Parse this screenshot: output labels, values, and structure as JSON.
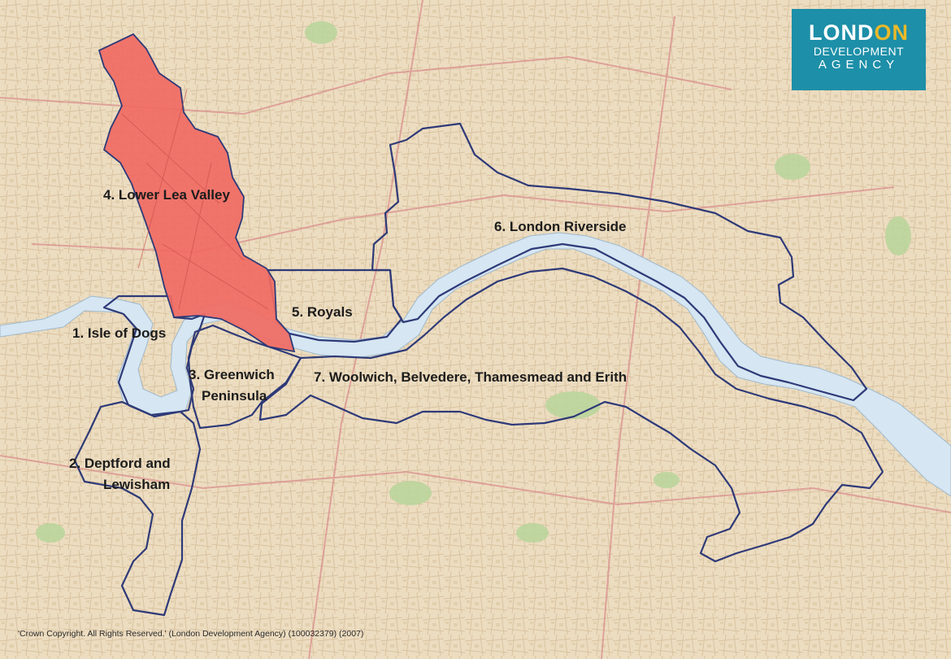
{
  "logo": {
    "part1": "LOND",
    "part2": "ON",
    "line2": "DEVELOPMENT",
    "line3": "AGENCY"
  },
  "zones": [
    {
      "id": "isle-of-dogs",
      "lines": [
        "1. Isle of Dogs"
      ],
      "highlighted": false
    },
    {
      "id": "deptford-lewisham",
      "lines": [
        "2. Deptford and",
        "Lewisham"
      ],
      "highlighted": false
    },
    {
      "id": "greenwich-peninsula",
      "lines": [
        "3. Greenwich",
        "Peninsula"
      ],
      "highlighted": false
    },
    {
      "id": "lower-lea-valley",
      "lines": [
        "4. Lower Lea Valley"
      ],
      "highlighted": true
    },
    {
      "id": "royals",
      "lines": [
        "5. Royals"
      ],
      "highlighted": false
    },
    {
      "id": "london-riverside",
      "lines": [
        "6. London Riverside"
      ],
      "highlighted": false
    },
    {
      "id": "woolwich-thamesmead",
      "lines": [
        "7. Woolwich, Belvedere, Thamesmead and Erith"
      ],
      "highlighted": false
    }
  ],
  "copyright": "'Crown Copyright. All Rights Reserved.' (London Development Agency) (100032379) (2007)",
  "colors": {
    "highlight_fill": "#f06a63",
    "boundary": "#2e3a78",
    "river": "#d6e6f2",
    "land": "#ecdcc0",
    "logo_bg": "#1d8fa8",
    "logo_accent": "#e9b92a"
  }
}
